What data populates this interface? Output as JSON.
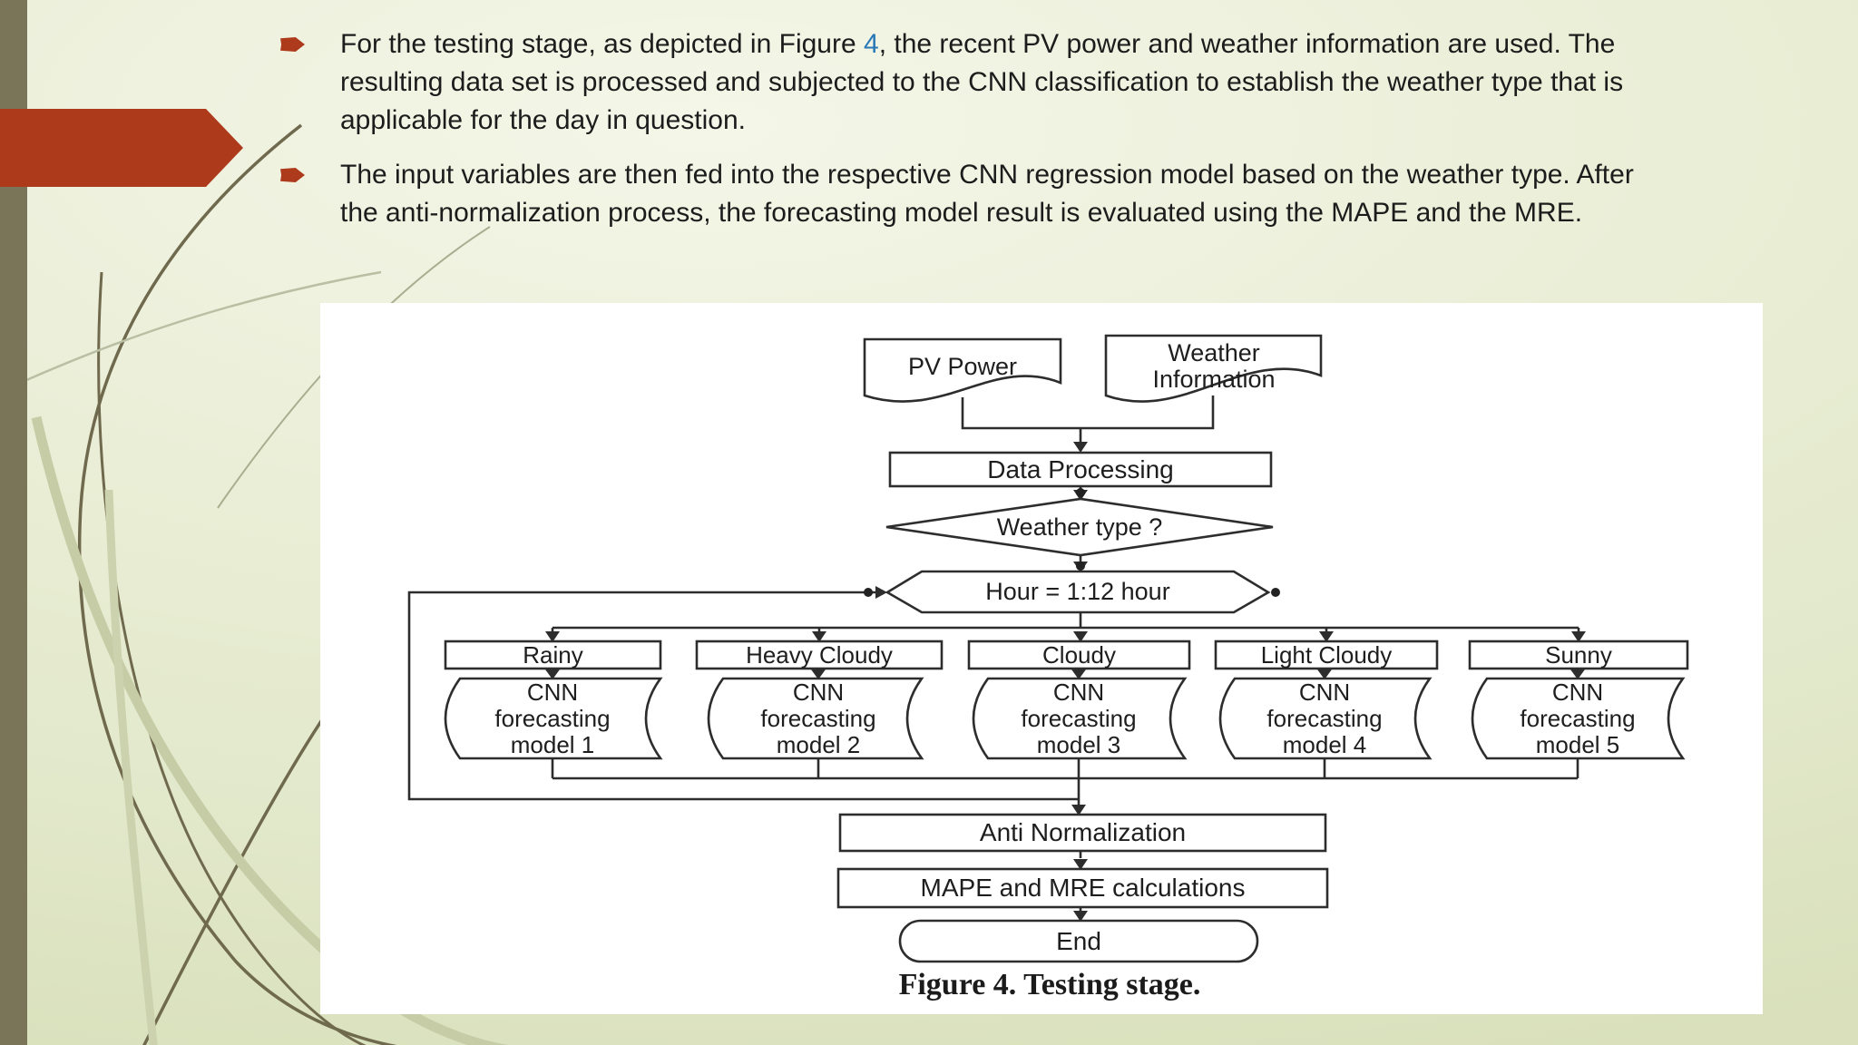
{
  "colors": {
    "accent_red": "#ae3a1c",
    "link_blue": "#2878b8",
    "olive_bar": "#7a7458",
    "slide_background": "#eaeed6",
    "figure_background": "#ffffff",
    "figure_ink": "#2d2d2d"
  },
  "bullets": {
    "b1": {
      "l1_pre": "For the testing stage, as depicted in Figure ",
      "l1_link": "4",
      "l1_post": ", the recent PV power and weather information are used. The",
      "l2": "resulting data set is processed and subjected to the CNN classification to establish the weather type that is",
      "l3": "applicable for the day in question."
    },
    "b2": {
      "l1": "The input variables are then fed into the respective CNN regression model based on the weather type. After",
      "l2": "the anti-normalization process, the forecasting model result is evaluated using the MAPE and the MRE."
    }
  },
  "figure": {
    "doc1_label": "PV Power",
    "doc2_label": "Weather Information",
    "process_label": "Data Processing",
    "decision_label": "Weather type ?",
    "loop_label": "Hour = 1:12 hour",
    "branches": [
      {
        "weather": "Rainy",
        "model": "CNN forecasting model 1"
      },
      {
        "weather": "Heavy Cloudy",
        "model": "CNN forecasting model 2"
      },
      {
        "weather": "Cloudy",
        "model": "CNN forecasting model 3"
      },
      {
        "weather": "Light Cloudy",
        "model": "CNN forecasting model 4"
      },
      {
        "weather": "Sunny",
        "model": "CNN forecasting model 5"
      }
    ],
    "anti_label": "Anti Normalization",
    "mape_label": "MAPE and MRE calculations",
    "end_label": "End",
    "caption_bold": "Figure 4.",
    "caption_rest": " Testing stage."
  }
}
